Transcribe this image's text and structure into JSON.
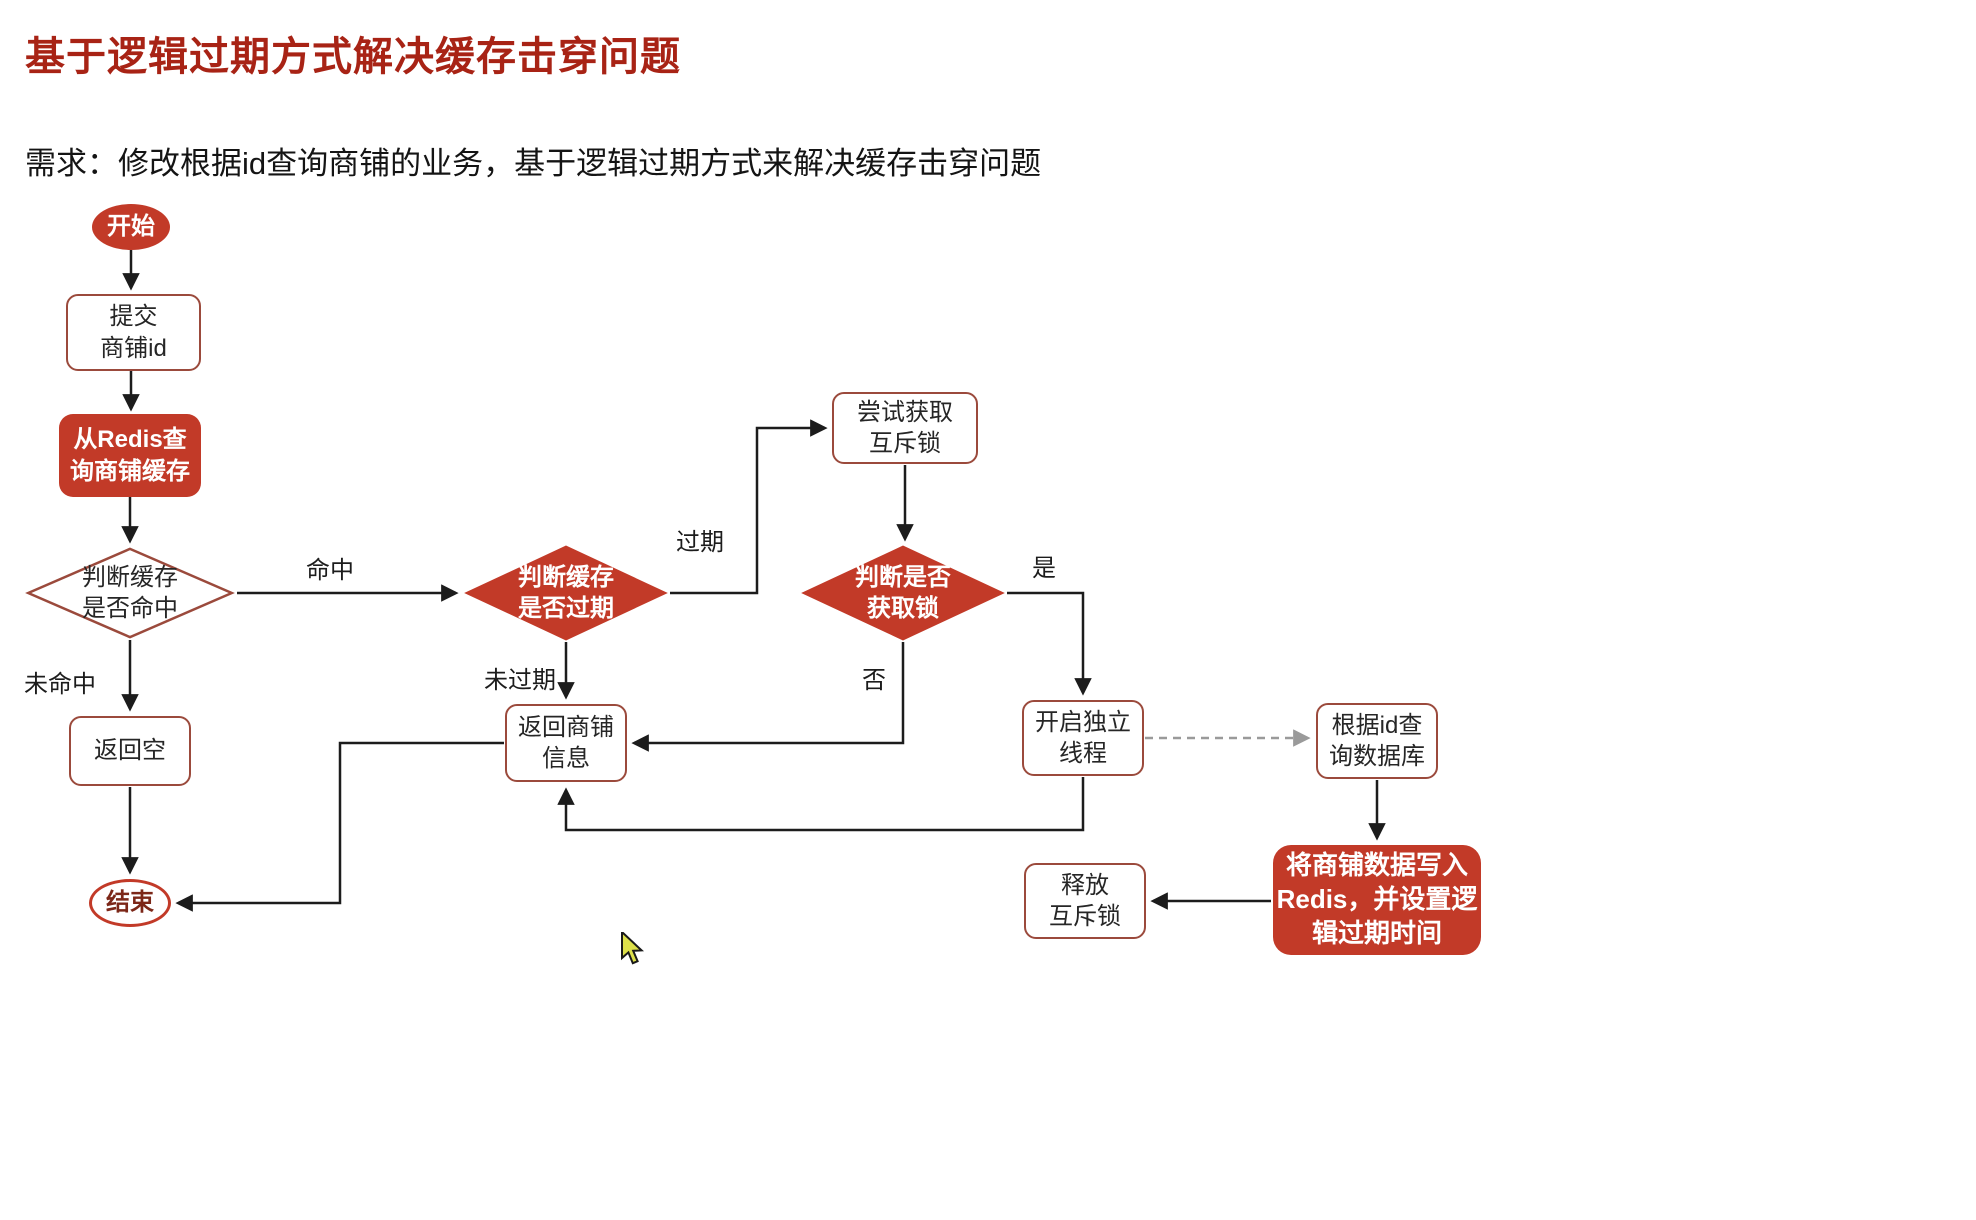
{
  "page": {
    "title": "基于逻辑过期方式解决缓存击穿问题",
    "subtitle": "需求：修改根据id查询商铺的业务，基于逻辑过期方式来解决缓存击穿问题"
  },
  "flowchart": {
    "nodes": {
      "start": "开始",
      "submit_id": "提交\n商铺id",
      "query_redis": "从Redis查\n询商铺缓存",
      "check_hit": "判断缓存\n是否命中",
      "return_empty": "返回空",
      "end": "结束",
      "check_expired": "判断缓存\n是否过期",
      "return_shop": "返回商铺\n信息",
      "try_lock": "尝试获取\n互斥锁",
      "check_lock": "判断是否\n获取锁",
      "new_thread": "开启独立\n线程",
      "query_db": "根据id查\n询数据库",
      "write_redis": "将商铺数据写入\nRedis，并设置逻\n辑过期时间",
      "release_lock": "释放\n互斥锁"
    },
    "edge_labels": {
      "hit": "命中",
      "miss": "未命中",
      "expired": "过期",
      "not_expired": "未过期",
      "yes": "是",
      "no": "否"
    },
    "colors": {
      "accent": "#a82315",
      "node_fill": "#c23a28",
      "node_border": "#9b4a3c",
      "line": "#1c1c1c",
      "dashed_line": "#9a9a9a"
    }
  }
}
